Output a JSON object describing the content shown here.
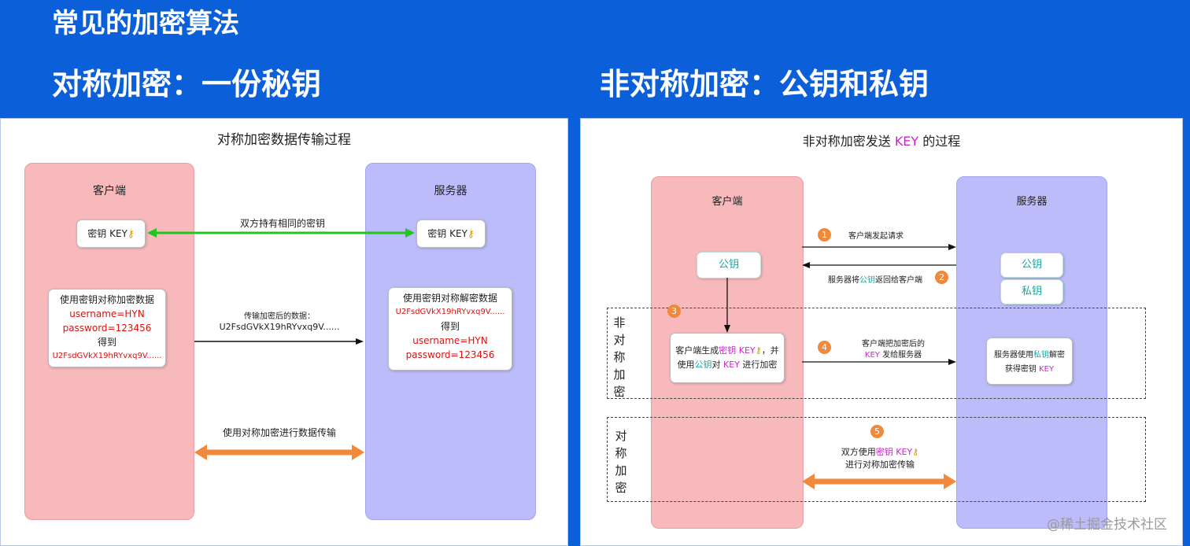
{
  "header": {
    "title": "常见的加密算法",
    "left_heading": "对称加密：一份秘钥",
    "right_heading": "非对称加密：公钥和私钥"
  },
  "left": {
    "title": "对称加密数据传输过程",
    "client_title": "客户端",
    "server_title": "服务器",
    "client_key": "密钥 KEY",
    "server_key": "密钥 KEY",
    "shared_key_label": "双方持有相同的密钥",
    "client_box": {
      "line1": "使用密钥对称加密数据",
      "line2": "username=HYN",
      "line3": "password=123456",
      "line4": "得到",
      "line5": "U2FsdGVkX19hRYvxq9V......"
    },
    "transfer_label_1": "传输加密后的数据：",
    "transfer_label_2": "U2FsdGVkX19hRYvxq9V......",
    "server_box": {
      "line1": "使用密钥对称解密数据",
      "line2": "U2FsdGVkX19hRYvxq9V......",
      "line3": "得到",
      "line4": "username=HYN",
      "line5": "password=123456"
    },
    "bottom_label": "使用对称加密进行数据传输"
  },
  "right": {
    "title_pre": "非对称加密发送 ",
    "title_key": "KEY",
    "title_post": " 的过程",
    "client_title": "客户端",
    "server_title": "服务器",
    "client_public_key": "公钥",
    "server_public_key": "公钥",
    "server_private_key": "私钥",
    "step1_num": "1",
    "step1_label": "客户端发起请求",
    "step2_num": "2",
    "step2_pre": "服务器将",
    "step2_key": "公钥",
    "step2_post": "返回给客户端",
    "step3_num": "3",
    "client_box": {
      "l1_pre": "客户端生成",
      "l1_key": "密钥 KEY",
      "l1_post": "，并",
      "l2_pre": "使用",
      "l2_key": "公钥",
      "l2_mid": "对 ",
      "l2_key2": "KEY",
      "l2_post": " 进行加密"
    },
    "step4_num": "4",
    "step4_line1": "客户端把加密后的",
    "step4_key": "KEY",
    "step4_post": " 发给服务器",
    "server_box": {
      "l1_pre": "服务器使用",
      "l1_key": "私钥",
      "l1_post": "解密",
      "l2_pre": "获得密钥 ",
      "l2_key": "KEY"
    },
    "section1_label": [
      "非",
      "对",
      "称",
      "加",
      "密"
    ],
    "section2_label": [
      "对",
      "称",
      "加",
      "密"
    ],
    "step5_num": "5",
    "step5_pre": "双方使用",
    "step5_key": "密钥 KEY",
    "step5_line2": "进行对称加密传输"
  },
  "watermark": "@稀土掘金技术社区",
  "colors": {
    "header_bg": "#0b5fd9",
    "client": "#f8b9bd",
    "server": "#bcbcfa",
    "green_arrow": "#22c51e",
    "orange_arrow": "#f0893a",
    "red_text": "#d51414",
    "magenta_text": "#d11ed1",
    "teal_text": "#19a6a0"
  },
  "icons": [
    "key-icon"
  ]
}
